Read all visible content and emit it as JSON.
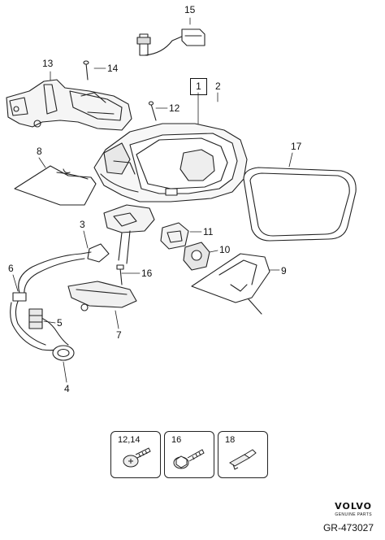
{
  "diagram": {
    "part_labels": [
      "15",
      "13",
      "14",
      "1",
      "2",
      "12",
      "8",
      "17",
      "3",
      "11",
      "10",
      "16",
      "6",
      "9",
      "5",
      "7",
      "4"
    ],
    "panels": [
      {
        "label": "12,14",
        "icon": "bolt-icon"
      },
      {
        "label": "16",
        "icon": "flange-bolt-icon"
      },
      {
        "label": "18",
        "icon": "clip-icon"
      }
    ],
    "brand": {
      "name": "VOLVO",
      "subtitle": "GENUINE PARTS"
    },
    "reference": "GR-473027"
  }
}
